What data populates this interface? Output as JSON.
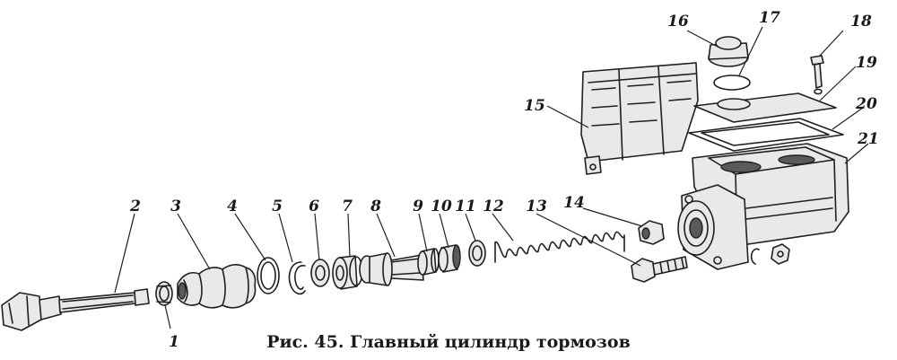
{
  "caption": "Рис. 45. Главный цилиндр тормозов",
  "parts": [
    {
      "number": "1"
    },
    {
      "number": "2"
    },
    {
      "number": "3"
    },
    {
      "number": "4"
    },
    {
      "number": "5"
    },
    {
      "number": "6"
    },
    {
      "number": "7"
    },
    {
      "number": "8"
    },
    {
      "number": "9"
    },
    {
      "number": "10"
    },
    {
      "number": "11"
    },
    {
      "number": "12"
    },
    {
      "number": "13"
    },
    {
      "number": "14"
    },
    {
      "number": "15"
    },
    {
      "number": "16"
    },
    {
      "number": "17"
    },
    {
      "number": "18"
    },
    {
      "number": "19"
    },
    {
      "number": "20"
    },
    {
      "number": "21"
    }
  ]
}
